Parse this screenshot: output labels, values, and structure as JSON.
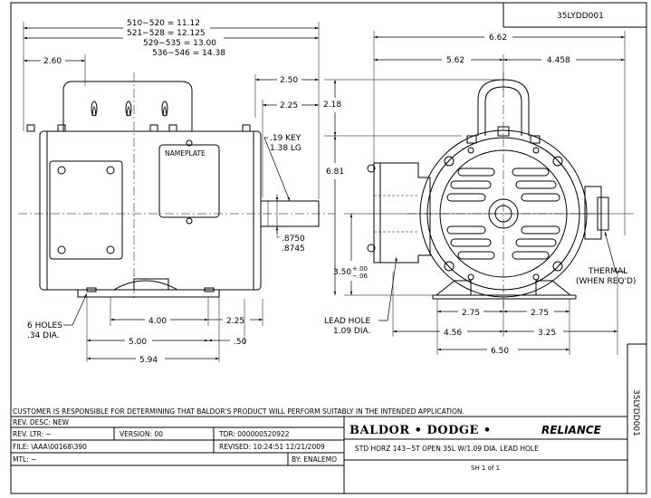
{
  "drawing_number": "35LYDD001",
  "side_tag": "35LYDD001",
  "front_view": {
    "length_table": [
      "510−520 = 11.12",
      "521−528 = 12.125",
      "529−535 = 13.00",
      "536−546 = 14.38"
    ],
    "dim_top_left": "2.60",
    "dim_shaft_overall": "2.50",
    "dim_shaft_key": "2.25",
    "key_size_1": ".19 KEY",
    "key_size_2": "1.38 LG",
    "shaft_dia_1": ".8750",
    "shaft_dia_2": ".8745",
    "nameplate": "NAMEPLATE",
    "holes_1": "6 HOLES",
    "holes_2": ".34 DIA.",
    "dim_4_00": "4.00",
    "dim_2_25_bottom": "2.25",
    "dim_5_00": "5.00",
    "dim_0_50": ".50",
    "dim_5_94": "5.94"
  },
  "end_view": {
    "dim_6_62": "6.62",
    "dim_5_62": "5.62",
    "dim_4_458": "4.458",
    "dim_2_18": "2.18",
    "dim_6_81": "6.81",
    "dim_3_50": "3.50",
    "tol_plus": "+.00",
    "tol_minus": "−.06",
    "lead_hole_1": "LEAD HOLE",
    "lead_hole_2": "1.09 DIA.",
    "thermal_1": "THERMAL",
    "thermal_2": "(WHEN REQ'D)",
    "dim_2_75_left": "2.75",
    "dim_2_75_right": "2.75",
    "dim_4_56": "4.56",
    "dim_3_25": "3.25",
    "dim_6_50": "6.50"
  },
  "title_block": {
    "disclaimer": "CUSTOMER IS RESPONSIBLE FOR DETERMINING THAT BALDOR'S PRODUCT WILL PERFORM SUITABLY IN THE INTENDED APPLICATION.",
    "rev_desc": "REV. DESC:  NEW",
    "rev_ltr": "REV. LTR:  −",
    "version": "VERSION:  00",
    "tdr": "TDR:  000000520922",
    "file": "FILE:  \\AAA\\00168\\390",
    "revised": "REVISED:  10:24:51  12/21/2009",
    "mtl": "MTL:  −",
    "by": "BY: ENALEMO",
    "logo_baldor": "BALDOR • DODGE •",
    "logo_reliance": "RELIANCE",
    "description": "STD HORZ 143−5T OPEN 35L W/1.09 DIA. LEAD HOLE",
    "sheet": "SH  1  of  1"
  }
}
